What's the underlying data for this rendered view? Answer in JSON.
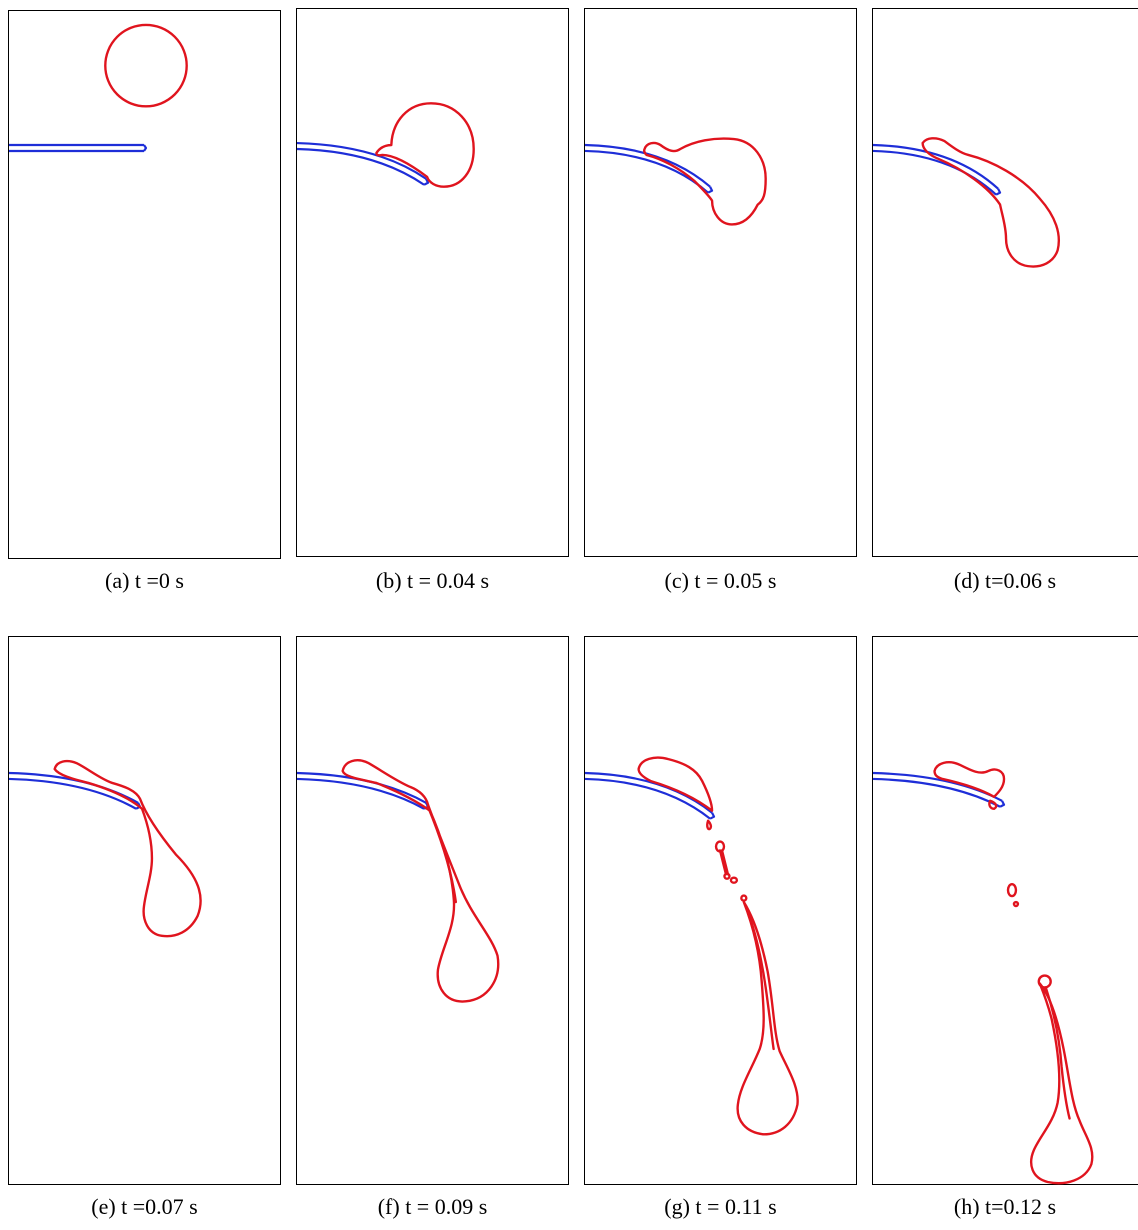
{
  "colors": {
    "plate": "#1e2ed8",
    "droplet": "#e0141e",
    "frame": "#000000",
    "background": "#ffffff"
  },
  "panels": [
    {
      "id": "a",
      "caption": "(a) t =0 s"
    },
    {
      "id": "b",
      "caption": "(b) t = 0.04 s"
    },
    {
      "id": "c",
      "caption": "(c) t = 0.05 s"
    },
    {
      "id": "d",
      "caption": "(d) t=0.06 s"
    },
    {
      "id": "e",
      "caption": "(e) t =0.07 s"
    },
    {
      "id": "f",
      "caption": "(f) t = 0.09 s"
    },
    {
      "id": "g",
      "caption": "(g) t = 0.11 s"
    },
    {
      "id": "h",
      "caption": "(h) t=0.12 s"
    }
  ]
}
